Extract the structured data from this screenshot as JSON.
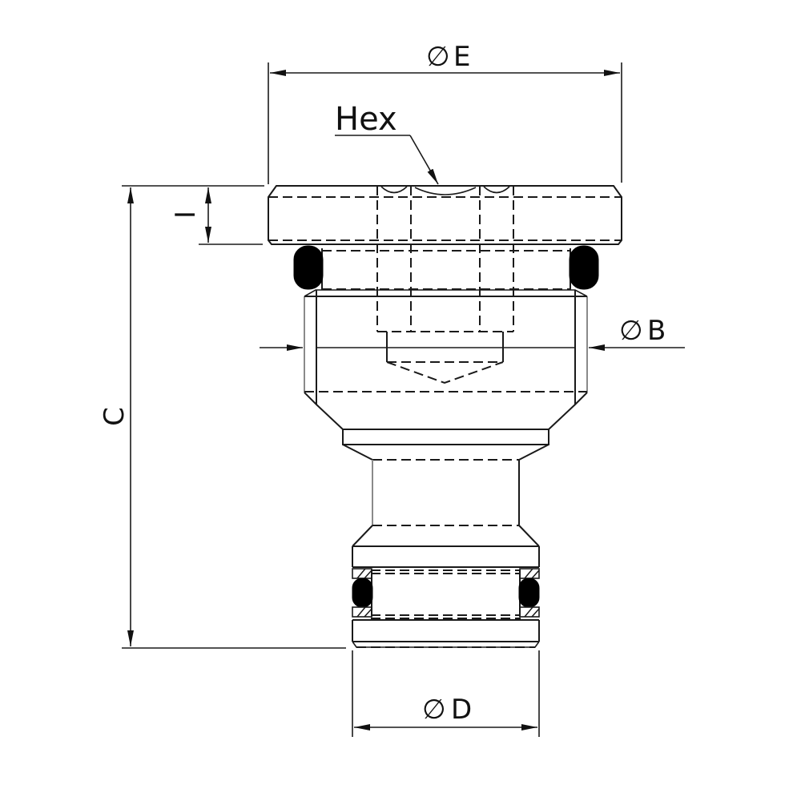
{
  "drawing": {
    "title": "Cartridge plug with hex socket — dimensioned side view",
    "colors": {
      "line": "#1a1a1a",
      "background": "#ffffff",
      "seal_fill": "#000000"
    },
    "dimensions": {
      "E": {
        "label": "E",
        "symbol": "∅",
        "type": "diameter",
        "description": "Cap outer diameter"
      },
      "hex": {
        "label": "Hex",
        "type": "leader",
        "description": "Hex socket"
      },
      "I": {
        "label": "I",
        "type": "linear",
        "description": "Cap height"
      },
      "B": {
        "label": "B",
        "symbol": "∅",
        "type": "diameter",
        "description": "Body thread diameter"
      },
      "C": {
        "label": "C",
        "type": "linear",
        "description": "Overall length"
      },
      "D": {
        "label": "D",
        "symbol": "∅",
        "type": "diameter",
        "description": "Plug outer diameter"
      }
    },
    "features": [
      "hex-cap",
      "upper-o-ring",
      "threaded-body",
      "hex-socket-hidden-lines",
      "neck",
      "lower-o-ring",
      "backup-rings"
    ]
  }
}
